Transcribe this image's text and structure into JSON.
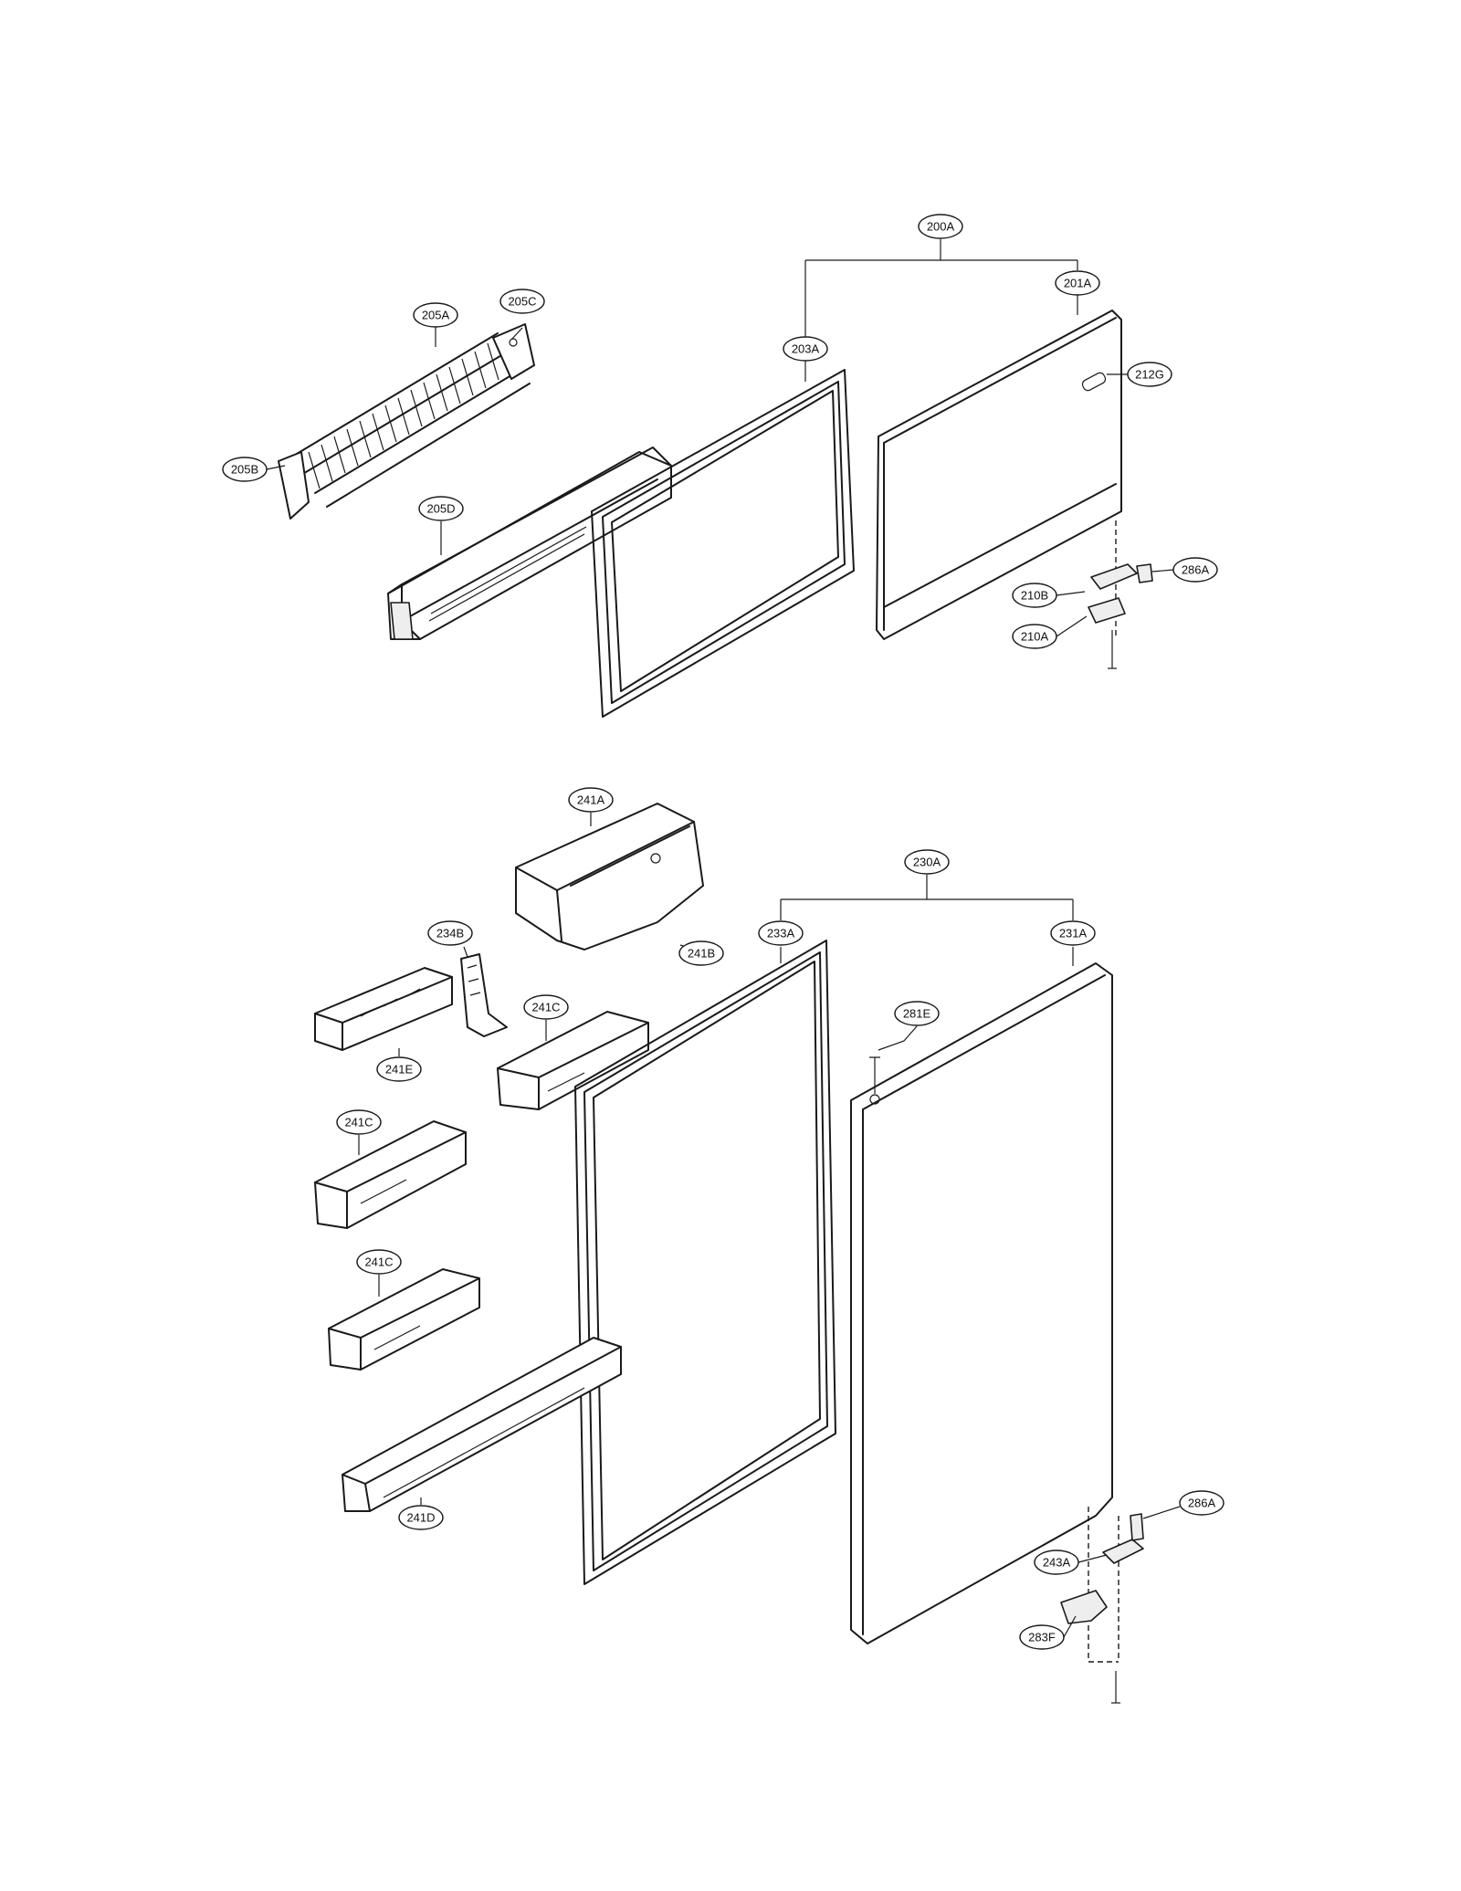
{
  "labels": {
    "l200A": "200A",
    "l201A": "201A",
    "l203A": "203A",
    "l212G": "212G",
    "l205A": "205A",
    "l205C": "205C",
    "l205B": "205B",
    "l205D": "205D",
    "l210B": "210B",
    "l210A": "210A",
    "l286A_top": "286A",
    "l241A": "241A",
    "l241B": "241B",
    "l230A": "230A",
    "l233A": "233A",
    "l231A": "231A",
    "l234B": "234B",
    "l241C_1": "241C",
    "l241E": "241E",
    "l281E": "281E",
    "l241C_2": "241C",
    "l241C_3": "241C",
    "l241D": "241D",
    "l286A_bottom": "286A",
    "l243A": "243A",
    "l283F": "283F"
  }
}
